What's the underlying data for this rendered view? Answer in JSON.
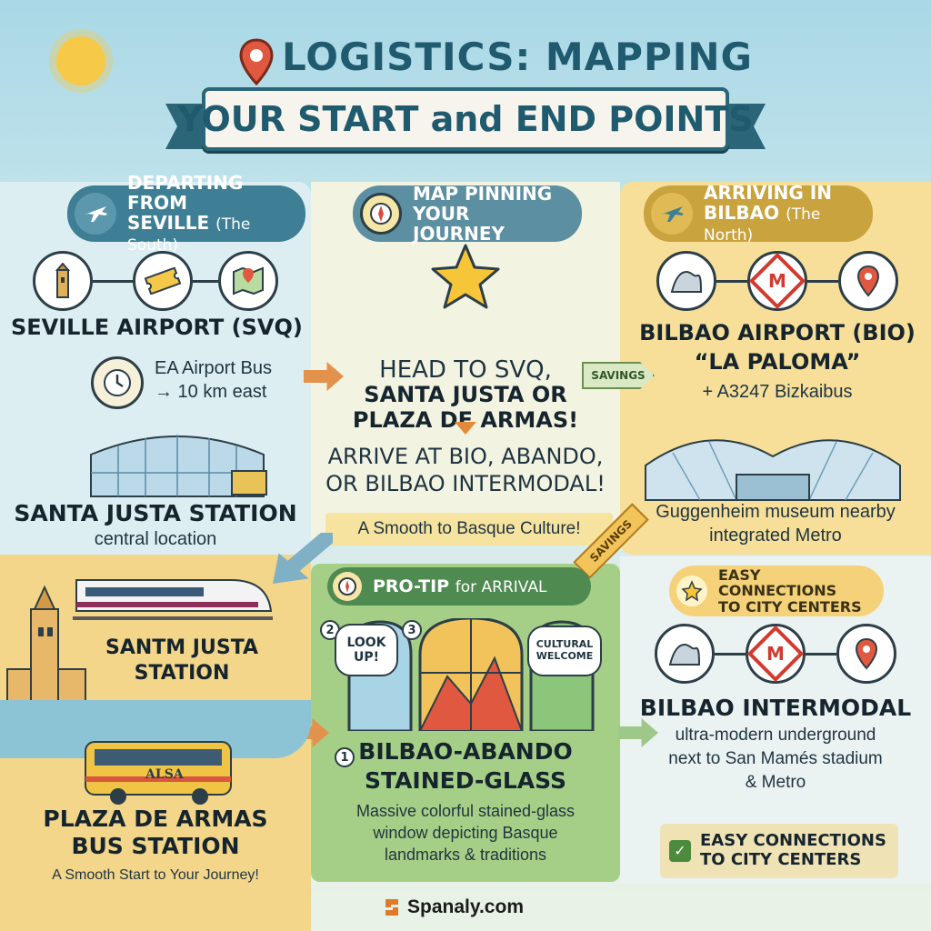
{
  "title": {
    "line1": "LOGISTICS: MAPPING",
    "line2": "YOUR START and END POINTS"
  },
  "departing": {
    "header_main": "DEPARTING FROM",
    "header_city": "SEVILLE",
    "header_region": "(The South)",
    "airport": "SEVILLE AIRPORT (SVQ)",
    "bus_line1": "EA Airport Bus",
    "bus_line2": "→ 10 km east",
    "station": "SANTA JUSTA STATION",
    "station_sub": "central location",
    "station2_line1": "SANTM JUSTA",
    "station2_line2": "STATION",
    "bus_station_line1": "PLAZA DE ARMAS",
    "bus_station_line2": "BUS STATION",
    "bus_station_sub": "A Smooth Start to Your Journey!",
    "bus_brand": "ALSA"
  },
  "center": {
    "header_line1": "MAP PINNING",
    "header_line2": "YOUR JOURNEY",
    "head_line1": "HEAD TO SVQ,",
    "head_line2": "SANTA JUSTA OR",
    "head_line3": "PLAZA DE ARMAS!",
    "arrive_line1": "ARRIVE AT BIO, ABANDO,",
    "arrive_line2": "OR BILBAO INTERMODAL!",
    "banner": "A Smooth to Basque Culture!",
    "protip_main": "PRO-TIP",
    "protip_rest": "for ARRIVAL",
    "bubble_lookup": "LOOK UP!",
    "bubble_cultural": "CULTURAL WELCOME",
    "badge_1": "1",
    "badge_2": "2",
    "badge_3": "3",
    "abando_line1": "BILBAO-ABANDO",
    "abando_line2": "STAINED-GLASS",
    "abando_desc1": "Massive colorful stained-glass",
    "abando_desc2": "window depicting Basque",
    "abando_desc3": "landmarks & traditions"
  },
  "arriving": {
    "header_main": "ARRIVING IN",
    "header_city": "BILBAO",
    "header_region": "(The North)",
    "airport": "BILBAO AIRPORT (BIO)",
    "nickname": "“LA PALOMA”",
    "bus": "+ A3247 Bizkaibus",
    "guggen_line1": "Guggenheim museum nearby",
    "guggen_line2": "integrated Metro",
    "metro_letter": "M",
    "easy_line1": "EASY CONNECTIONS",
    "easy_line2": "TO CITY CENTERS",
    "intermodal": "BILBAO INTERMODAL",
    "intermodal_1": "ultra-modern underground",
    "intermodal_2": "next to San Mamés stadium",
    "intermodal_3": "& Metro",
    "footer_line1": "EASY CONNECTIONS",
    "footer_line2": "TO CITY CENTERS"
  },
  "tags": {
    "savings_1": "SAVINGS",
    "savings_2": "SAVINGS"
  },
  "footer": {
    "brand": "Spanaly.com"
  },
  "icons": {
    "pin": "map-pin-icon",
    "plane": "airplane-icon",
    "compass": "compass-icon",
    "star": "star-icon",
    "clock": "clock-icon",
    "ticket": "ticket-icon",
    "map": "map-icon",
    "museum": "museum-icon",
    "metro": "metro-icon",
    "check": "check-icon"
  },
  "colors": {
    "title": "#1f5a6e",
    "accent_orange": "#e3924b",
    "metro_red": "#d23a2f",
    "green_panel": "#a5cf86",
    "yellow_panel": "#f7df9a"
  }
}
